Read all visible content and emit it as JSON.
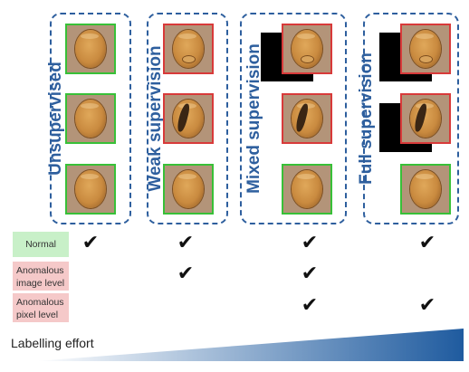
{
  "columns": [
    {
      "label": "Unsupervised",
      "tiles": [
        {
          "status": "normal",
          "defect": "none",
          "mask": false
        },
        {
          "status": "normal",
          "defect": "none",
          "mask": false
        },
        {
          "status": "normal",
          "defect": "none",
          "mask": false
        }
      ]
    },
    {
      "label": "Weak supervision",
      "tiles": [
        {
          "status": "anomalous",
          "defect": "dent",
          "mask": false
        },
        {
          "status": "anomalous",
          "defect": "crack",
          "mask": false
        },
        {
          "status": "normal",
          "defect": "none",
          "mask": false
        }
      ]
    },
    {
      "label": "Mixed supervision",
      "tiles": [
        {
          "status": "anomalous",
          "defect": "dent",
          "mask": true
        },
        {
          "status": "anomalous",
          "defect": "crack",
          "mask": false
        },
        {
          "status": "normal",
          "defect": "none",
          "mask": false
        }
      ]
    },
    {
      "label": "Full supervision",
      "tiles": [
        {
          "status": "anomalous",
          "defect": "dent",
          "mask": true
        },
        {
          "status": "anomalous",
          "defect": "crack",
          "mask": true
        },
        {
          "status": "normal",
          "defect": "none",
          "mask": false
        }
      ]
    }
  ],
  "rows": [
    {
      "label": "Normal",
      "type": "normal"
    },
    {
      "label": "Anomalous\nimage level",
      "type": "anomalous"
    },
    {
      "label": "Anomalous\npixel level",
      "type": "anomalous"
    }
  ],
  "checks": [
    [
      true,
      true,
      true,
      true
    ],
    [
      false,
      true,
      true,
      false
    ],
    [
      false,
      false,
      true,
      true
    ]
  ],
  "check_glyph": "✔",
  "effort": {
    "label": "Labelling effort"
  },
  "colors": {
    "frame": "#2e5f9e",
    "normal_border": "#38c038",
    "anomalous_border": "#d83a3a",
    "normal_label_bg": "#c8f0c8",
    "anomalous_label_bg": "#f5c9c9",
    "gradient_start": "#ffffff",
    "gradient_end": "#1f5b9f"
  }
}
